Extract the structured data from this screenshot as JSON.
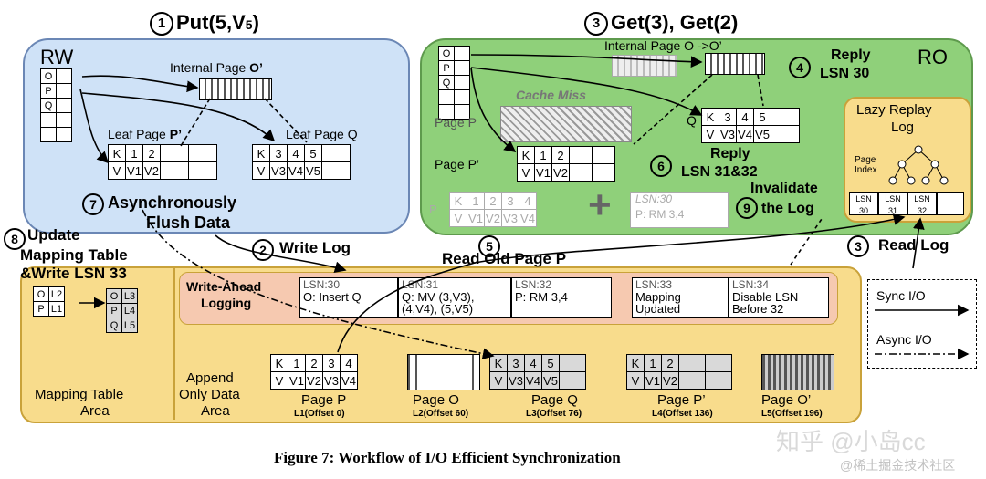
{
  "put_title": "Put(5,V",
  "put_sub": "5",
  "put_close": ")",
  "put_num": "1",
  "get_title": "Get(3), Get(2)",
  "get_num": "3",
  "rw_label": "RW",
  "ro_label": "RO",
  "rw_index": [
    "O",
    "P",
    "Q"
  ],
  "ro_index": [
    "O",
    "P",
    "Q"
  ],
  "internal_page_rw": "Internal Page ",
  "internal_page_rw_bold": "O’",
  "internal_page_ro": "Internal Page O ->O’",
  "leaf_page_p": "Leaf Page ",
  "leaf_page_p_bold": "P’",
  "leaf_page_q": "Leaf Page Q",
  "leaf_p_rows": [
    [
      "K",
      "1",
      "2"
    ],
    [
      "V",
      "V1",
      "V2"
    ]
  ],
  "leaf_q_rows": [
    [
      "K",
      "3",
      "4",
      "5"
    ],
    [
      "V",
      "V3",
      "V4",
      "V5"
    ]
  ],
  "reply30": "Reply",
  "reply30b": "LSN 30",
  "reply30_num": "4",
  "cache_miss": "Cache Miss",
  "page_p_label": "Page P",
  "page_p_prime_label": "Page P’",
  "q_label": "Q",
  "ro_q_rows": [
    [
      "K",
      "3",
      "4",
      "5"
    ],
    [
      "V",
      "V3",
      "V4",
      "V5"
    ]
  ],
  "ro_pprime_rows": [
    [
      "K",
      "1",
      "2",
      "",
      ""
    ],
    [
      "V",
      "V1",
      "V2",
      "",
      ""
    ]
  ],
  "reply3132_num": "6",
  "reply3132": "Reply",
  "reply3132b": "LSN 31&32",
  "lazy_replay": "Lazy Replay",
  "lazy_replay2": "Log",
  "page_index": "Page",
  "page_index2": "Index",
  "lazy_lsns": [
    "LSN 30",
    "LSN 31",
    "LSN 32"
  ],
  "invalidate_num": "9",
  "invalidate": "Invalidate",
  "invalidate2": "the Log",
  "ghost_p_label": "P",
  "ghost_p_rows": [
    [
      "K",
      "1",
      "2",
      "3",
      "4"
    ],
    [
      "V",
      "V1",
      "V2",
      "V3",
      "V4"
    ]
  ],
  "plus": "+",
  "ghost_lsn": "LSN:30",
  "ghost_rm": "P: RM 3,4",
  "async_num": "7",
  "async": "Asynchronously",
  "async2": "Flush Data",
  "update_num": "8",
  "update": "Update",
  "update2": "Mapping Table",
  "update3": "&Write LSN 33",
  "write_log_num": "2",
  "write_log": "Write Log",
  "read_old_num": "5",
  "read_old": "Read Old Page P",
  "read_log_num": "3",
  "read_log": "Read Log",
  "wal": "Write-Ahead",
  "wal2": "Logging",
  "log_entries": [
    {
      "lsn": "LSN:30",
      "body": "O: Insert Q"
    },
    {
      "lsn": "LSN:31",
      "body": "Q: MV (3,V3),\n(4,V4), (5,V5)"
    },
    {
      "lsn": "LSN:32",
      "body": "P: RM 3,4"
    },
    {
      "lsn": "LSN:33",
      "body": "Mapping\nUpdated"
    },
    {
      "lsn": "LSN:34",
      "body": "Disable LSN\nBefore 32"
    }
  ],
  "sync_io": "Sync I/O",
  "async_io": "Async I/O",
  "mt_left": [
    [
      "O",
      "L2"
    ],
    [
      "P",
      "L1"
    ]
  ],
  "mt_right": [
    [
      "O",
      "L3"
    ],
    [
      "P",
      "L4"
    ],
    [
      "Q",
      "L5"
    ]
  ],
  "mapping_area": "Mapping Table",
  "mapping_area2": "Area",
  "append_area": "Append",
  "append_area2": "Only Data",
  "append_area3": "Area",
  "disk_p_rows": [
    [
      "K",
      "1",
      "2",
      "3",
      "4"
    ],
    [
      "V",
      "V1",
      "V2",
      "V3",
      "V4"
    ]
  ],
  "disk_q_rows": [
    [
      "K",
      "3",
      "4",
      "5"
    ],
    [
      "V",
      "V3",
      "V4",
      "V5"
    ]
  ],
  "disk_pp_rows": [
    [
      "K",
      "1",
      "2",
      ""
    ],
    [
      "V",
      "V1",
      "V2",
      ""
    ]
  ],
  "disk_pages": [
    {
      "name": "Page P",
      "loc": "L1(Offset 0)"
    },
    {
      "name": "Page O",
      "loc": "L2(Offset 60)"
    },
    {
      "name": "Page Q",
      "loc": "L3(Offset 76)"
    },
    {
      "name": "Page P’",
      "loc": "L4(Offset 136)"
    },
    {
      "name": "Page O’",
      "loc": "L5(Offset 196)"
    }
  ],
  "caption": "Figure 7: Workflow of I/O Efficient Synchronization",
  "watermark": "知乎 @小岛cc",
  "watermark2": "@稀土掘金技术社区",
  "colors": {
    "rw_bg": "#cfe2f7",
    "ro_bg": "#8fd07a",
    "disk_bg": "#f8dc8c",
    "wal_bg": "#f6c9b0",
    "lazy_bg": "#f8dc8c"
  }
}
